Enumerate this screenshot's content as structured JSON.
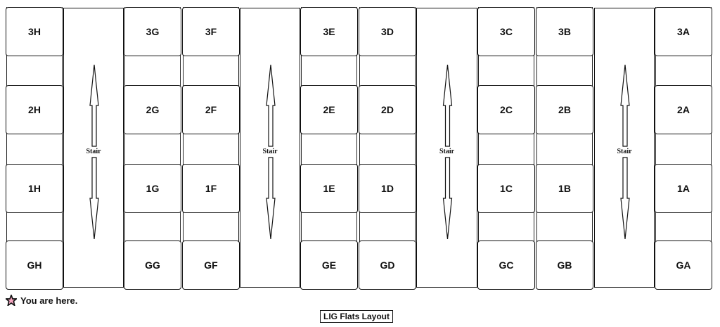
{
  "columns": [
    {
      "units": [
        "3H",
        "2H",
        "1H",
        "GH"
      ]
    },
    {
      "units": [
        "3G",
        "2G",
        "1G",
        "GG"
      ]
    },
    {
      "units": [
        "3F",
        "2F",
        "1F",
        "GF"
      ]
    },
    {
      "units": [
        "3E",
        "2E",
        "1E",
        "GE"
      ]
    },
    {
      "units": [
        "3D",
        "2D",
        "1D",
        "GD"
      ]
    },
    {
      "units": [
        "3C",
        "2C",
        "1C",
        "GC"
      ]
    },
    {
      "units": [
        "3B",
        "2B",
        "1B",
        "GB"
      ]
    },
    {
      "units": [
        "3A",
        "2A",
        "1A",
        "GA"
      ]
    }
  ],
  "stairs": [
    {
      "label": "Stair"
    },
    {
      "label": "Stair"
    },
    {
      "label": "Stair"
    },
    {
      "label": "Stair"
    }
  ],
  "legend": {
    "text": "You are here.",
    "icon": "star-icon",
    "star_color": "#f4a6c0"
  },
  "title": "LIG Flats Layout"
}
